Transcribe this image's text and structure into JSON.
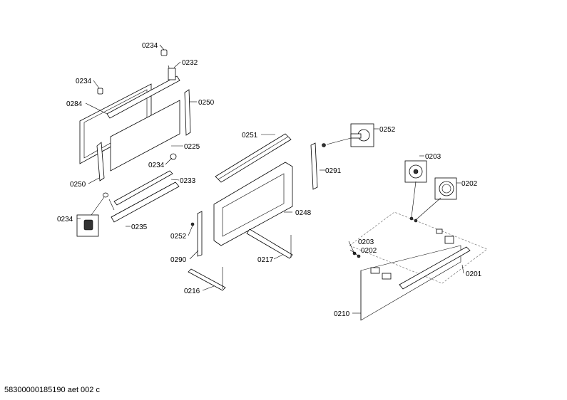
{
  "labels": {
    "l0234a": "0234",
    "l0232": "0232",
    "l0234b": "0234",
    "l0284": "0284",
    "l0250a": "0250",
    "l0225": "0225",
    "l0234c": "0234",
    "l0233": "0233",
    "l0250b": "0250",
    "l0234d": "0234",
    "l0235": "0235",
    "l0251": "0251",
    "l0252a": "0252",
    "l0291": "0291",
    "l0203a": "0203",
    "l0202a": "0202",
    "l0248": "0248",
    "l0252b": "0252",
    "l0290": "0290",
    "l0217": "0217",
    "l0216": "0216",
    "l0203b": "0203",
    "l0202b": "0202",
    "l0201": "0201",
    "l0210": "0210"
  },
  "footer": "58300000185190 aet 002 c"
}
